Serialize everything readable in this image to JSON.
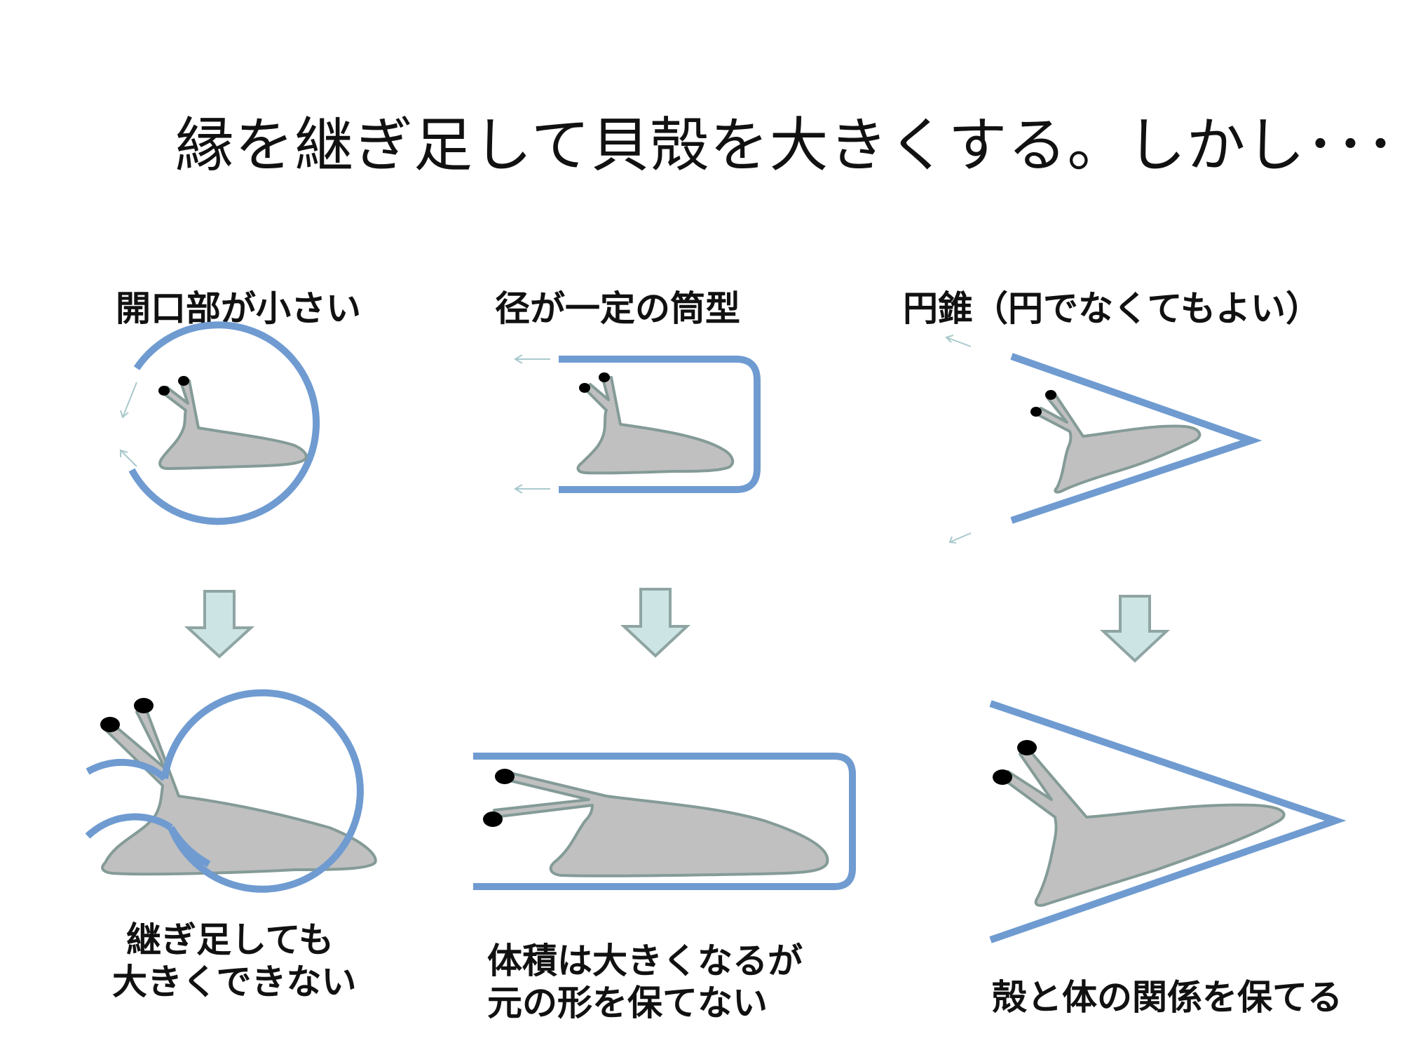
{
  "title": "縁を継ぎ足して貝殻を大きくする。しかし･･･",
  "columns": [
    {
      "heading": "開口部が小さい",
      "caption_lines": [
        "継ぎ足しても",
        "大きくできない"
      ]
    },
    {
      "heading": "径が一定の筒型",
      "caption_lines": [
        "体積は大きくなるが",
        "元の形を保てない"
      ]
    },
    {
      "heading": "円錐（円でなくてもよい）",
      "caption_lines": [
        "殻と体の関係を保てる"
      ]
    }
  ],
  "colors": {
    "shell": "#6f9bd1",
    "body_fill": "#c0c0c0",
    "body_stroke": "#849b97",
    "eye": "#000000",
    "arrow_fill": "#cde4e4",
    "arrow_stroke": "#8fa5a3",
    "growth_arrow": "#a9c9cc"
  }
}
